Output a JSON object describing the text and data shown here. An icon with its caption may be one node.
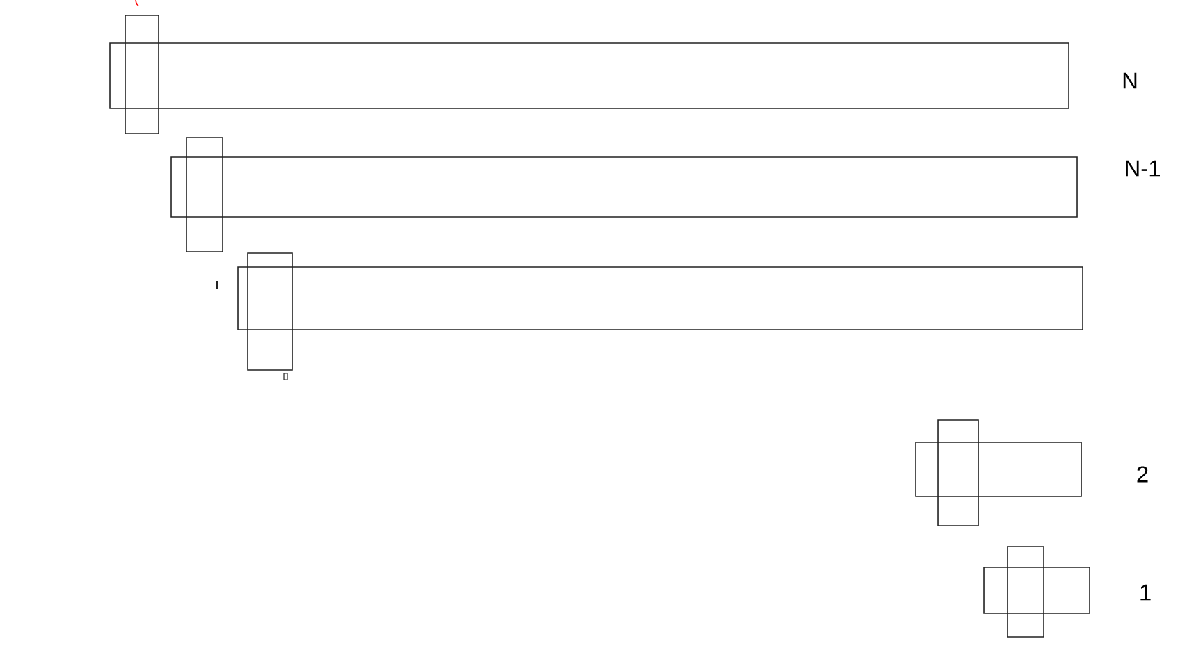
{
  "diagram": {
    "nodes": [
      {
        "text": [],
        "shape": "box",
        "beside": [
          "N"
        ]
      },
      {
        "text": [],
        "shape": "box"
      },
      {
        "text": [],
        "shape": "box",
        "beside": [
          "N-1"
        ]
      },
      {
        "text": [],
        "shape": "box"
      },
      {
        "text": [],
        "shape": "box"
      },
      {
        "text": [],
        "shape": "box"
      },
      {
        "text": [],
        "shape": "box",
        "beside": [
          "2"
        ]
      },
      {
        "text": [],
        "shape": "box"
      },
      {
        "text": [],
        "shape": "box",
        "beside": [
          "1"
        ]
      },
      {
        "text": [],
        "shape": "box"
      }
    ]
  }
}
